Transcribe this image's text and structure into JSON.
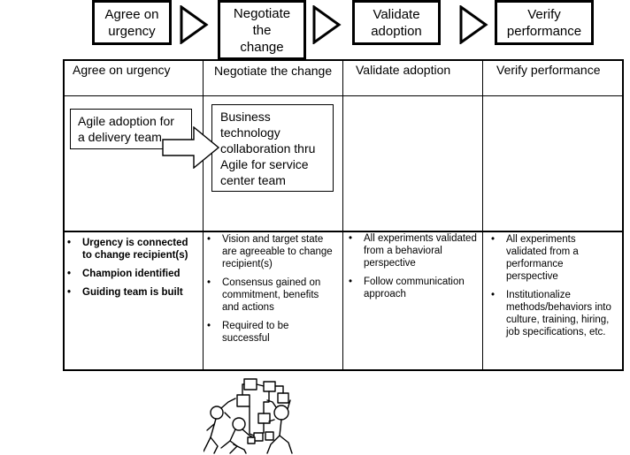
{
  "stages": [
    {
      "label_lines": [
        "Agree on",
        "urgency"
      ]
    },
    {
      "label_lines": [
        "Negotiate",
        "the",
        "change"
      ]
    },
    {
      "label_lines": [
        "Validate",
        "adoption"
      ]
    },
    {
      "label_lines": [
        "Verify",
        "performance"
      ]
    }
  ],
  "columns": [
    {
      "header": "Agree on urgency"
    },
    {
      "header": "Negotiate the change"
    },
    {
      "header": "Validate adoption"
    },
    {
      "header": "Verify performance"
    }
  ],
  "examples": {
    "from": {
      "lines": [
        "Agile adoption for",
        "a delivery team"
      ]
    },
    "to": {
      "lines": [
        "Business",
        "technology",
        "collaboration thru",
        "Agile for service",
        "center team"
      ]
    },
    "arrow_icon": "block-arrow-right"
  },
  "criteria": [
    {
      "items": [
        "Urgency is connected to change recipient(s)",
        "Champion identified",
        "Guiding team is built"
      ]
    },
    {
      "items": [
        "Vision and target state are agreeable to change recipient(s)",
        "Consensus gained on commitment, benefits and actions",
        "Required to be successful"
      ]
    },
    {
      "items": [
        "All experiments validated from a behavioral perspective",
        "Follow communication approach"
      ]
    },
    {
      "items": [
        "All experiments validated from a performance perspective",
        "Institutionalize methods/behaviors into culture, training, hiring, job specifications, etc."
      ]
    }
  ],
  "illustration": {
    "icon": "team-collaboration-sketch"
  },
  "colors": {
    "line": "#000000",
    "background": "#ffffff"
  }
}
